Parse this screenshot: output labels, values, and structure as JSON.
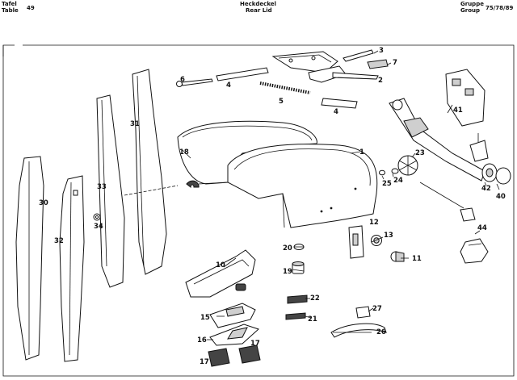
{
  "header": {
    "tafel": "Tafel",
    "table": "Table",
    "table_no": "49",
    "title_de": "Heckdeckel",
    "title_en": "Rear Lid",
    "gruppe": "Gruppe",
    "group": "Group",
    "group_no": "75/78/89"
  },
  "callouts": {
    "c1": "1",
    "c2": "2",
    "c3": "3",
    "c4a": "4",
    "c4b": "4",
    "c5": "5",
    "c6": "6",
    "c7": "7",
    "c10": "10",
    "c11": "11",
    "c12": "12",
    "c13": "13",
    "c15": "15",
    "c16": "16",
    "c17a": "17",
    "c17b": "17",
    "c18": "18",
    "c19": "19",
    "c20": "20",
    "c21": "21",
    "c22": "22",
    "c23": "23",
    "c24": "24",
    "c25": "25",
    "c26": "26",
    "c27": "27",
    "c30": "30",
    "c31": "31",
    "c32": "32",
    "c33": "33",
    "c34": "34",
    "c40": "40",
    "c41": "41",
    "c42": "42",
    "c44": "44"
  }
}
